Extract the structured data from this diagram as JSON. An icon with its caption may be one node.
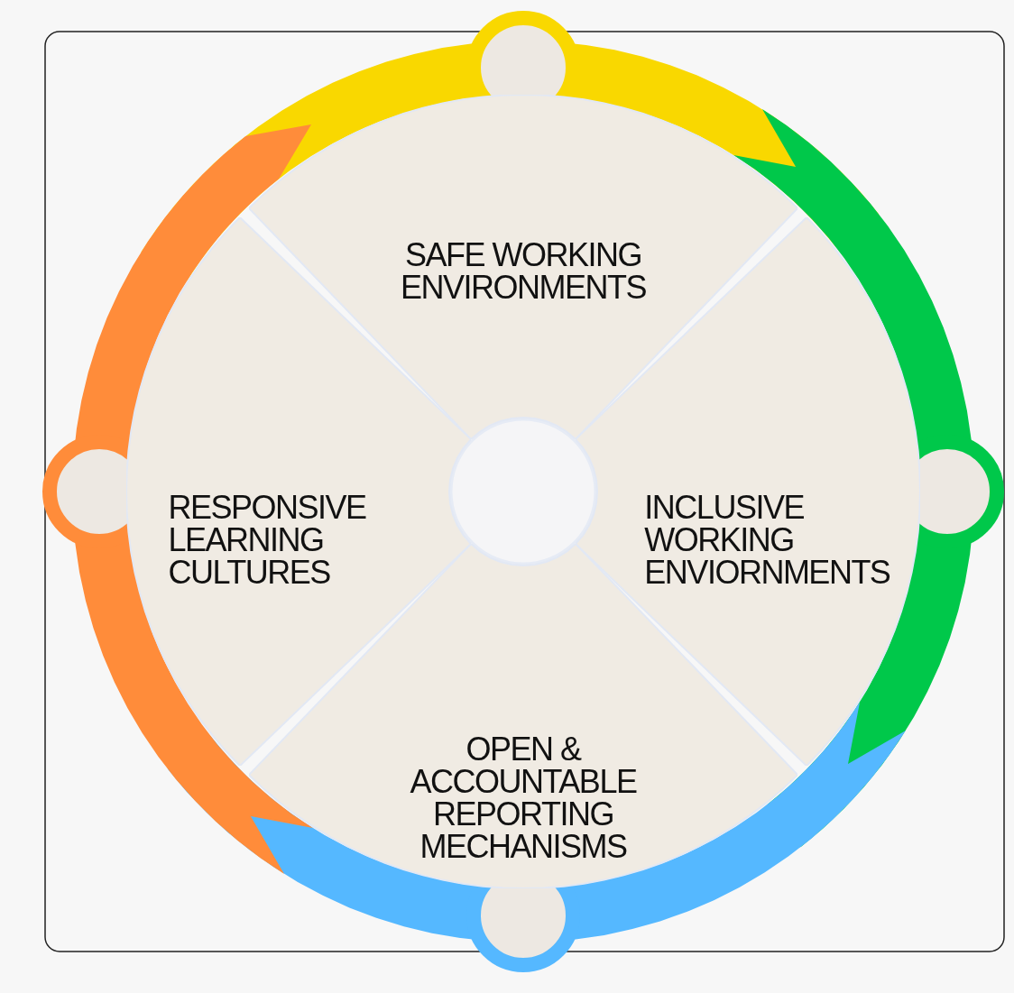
{
  "diagram": {
    "nodes": [
      {
        "text": [
          "SAFE WORKING ENVIRONMENTS"
        ]
      },
      {
        "text": [
          "INCLUSIVE WORKING ENVIORNMENTS"
        ]
      },
      {
        "text": [
          "OPEN & ACCOUNTABLE REPORTING MECHANISMS"
        ]
      },
      {
        "text": [
          "RESPONSIVE LEARNING CULTURES"
        ]
      }
    ]
  }
}
